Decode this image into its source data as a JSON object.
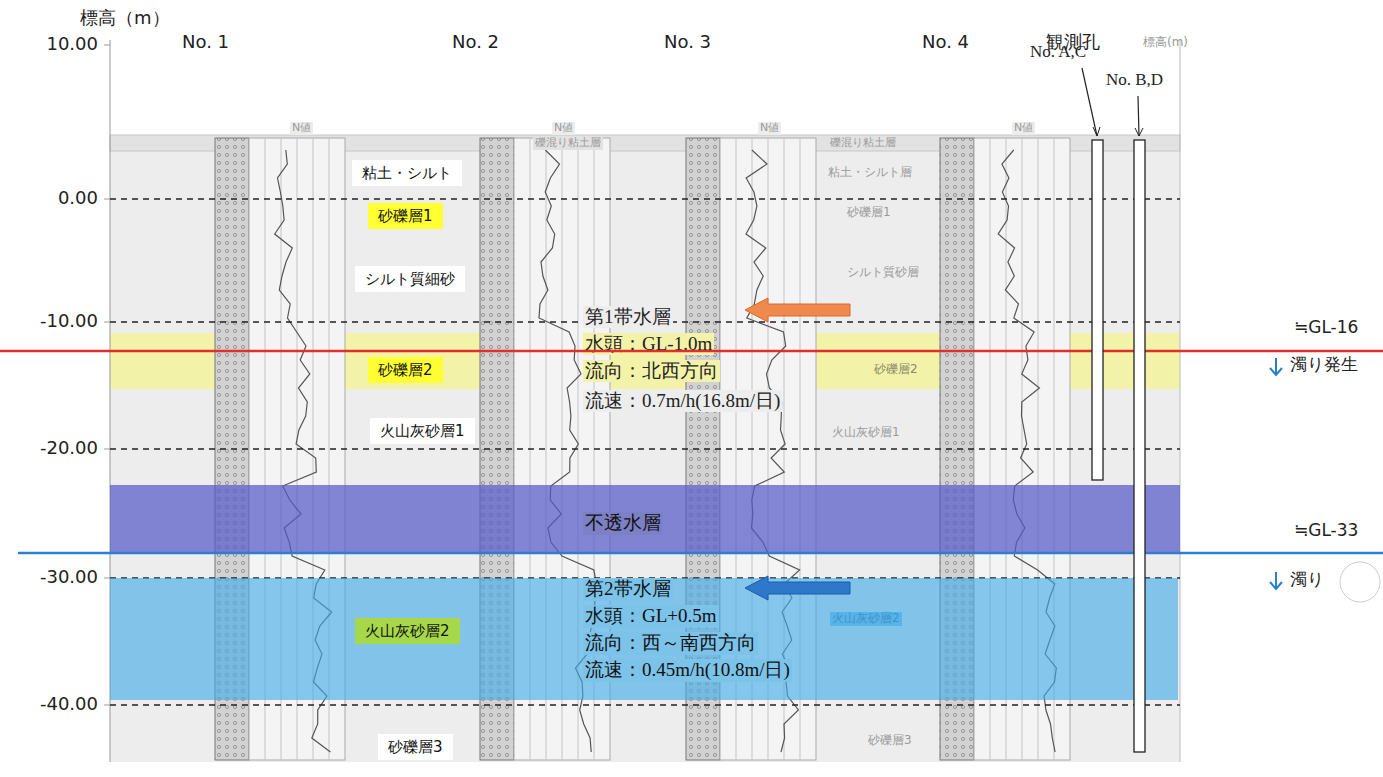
{
  "diagram": {
    "nodes": [
      {
        "text": [
          "粘土・シルト"
        ]
      },
      {
        "text": [
          "砂礫層1"
        ]
      },
      {
        "text": [
          "シルト質細砂"
        ]
      },
      {
        "text": [
          "砂礫層2"
        ]
      },
      {
        "text": [
          "火山灰砂層1"
        ]
      },
      {
        "text": [
          "不透水層"
        ]
      },
      {
        "text": [
          "第2帯水層",
          "水頭：GL+0.5m",
          "流向：西～南西方向",
          "流速：0.45m/h(10.8m/日)"
        ]
      },
      {
        "text": [
          "火山灰砂層2"
        ],
        "in": 6
      },
      {
        "text": [
          "砂礫層3"
        ]
      }
    ],
    "labels": [
      "標高（m）",
      "No. 1",
      "No. 2",
      "No. 3",
      "No. 4",
      "観測孔",
      "標高(m)",
      "10.00",
      "0.00",
      "-10.00",
      "-20.00",
      "-30.00",
      "-40.00",
      "No. A,C",
      "No. B,D",
      "第1帯水層",
      "水頭：GL-1.0m",
      "流向：北西方向",
      "流速：0.7m/h(16.8m/日)",
      "≒GL-16",
      "濁り発生",
      "≒GL-33",
      "濁り",
      "N値",
      "N値",
      "N値",
      "N値",
      "礫混り粘土層",
      "礫混り粘土層",
      "粘土・シルト層",
      "砂礫層1",
      "シルト質砂層",
      "砂礫層2",
      "火山灰砂層1",
      "火山灰砂層2",
      "砂礫層3"
    ]
  }
}
